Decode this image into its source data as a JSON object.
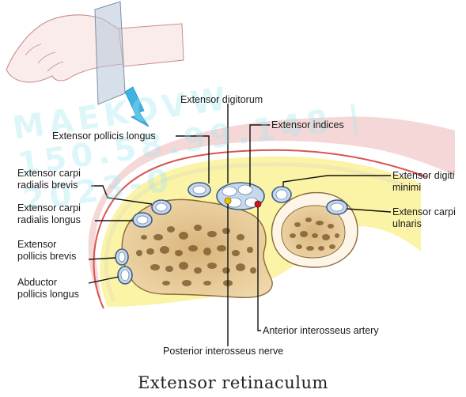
{
  "figure": {
    "caption": "Extensor retinaculum",
    "labels": {
      "extensor_digitorum": "Extensor digitorum",
      "extensor_indices": "Extensor indices",
      "extensor_pollicis_longus": "Extensor pollicis longus",
      "extensor_digiti_minimi": "Extensor digiti\nminimi",
      "extensor_carpi_radialis_brevis": "Extensor carpi\nradialis brevis",
      "extensor_carpi_radialis_longus": "Extensor carpi\nradialis longus",
      "extensor_carpi_ulnaris": "Extensor carpi\nulnaris",
      "extensor_pollicis_brevis": "Extensor\npollicis brevis",
      "abductor_pollicis_longus": "Abductor\npollicis longus",
      "anterior_interosseus_artery": "Anterior interosseus artery",
      "posterior_interosseus_nerve": "Posterior interosseus nerve"
    },
    "watermark": "MAEKOVW 150.58.99.148 | 2023-0"
  },
  "colors": {
    "skin": "#f2d6d6",
    "skin_edge": "#d9534f",
    "fat": "#fbf3a6",
    "bone": "#e8cfa2",
    "bone_dark": "#7a5a2e",
    "tendon_sheath": "#c7d8ec",
    "tendon_sheath_edge": "#3f5f86",
    "nerve": "#f2c400",
    "artery": "#d1141b",
    "arrow": "#3fb3e3",
    "watermark": "#7fdde8"
  }
}
